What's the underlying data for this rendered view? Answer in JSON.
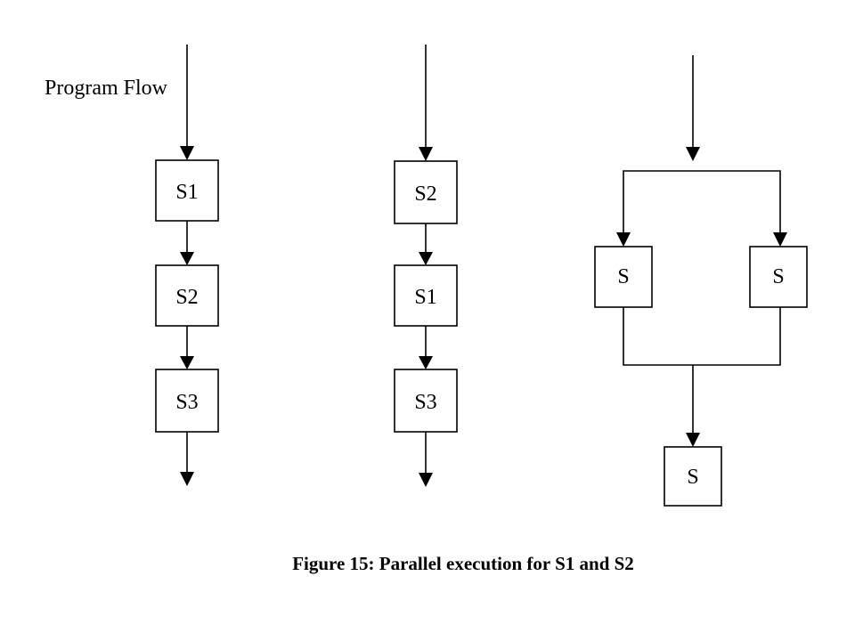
{
  "diagram": {
    "program_flow_label": "Program Flow",
    "sequences": [
      {
        "steps": [
          "S1",
          "S2",
          "S3"
        ]
      },
      {
        "steps": [
          "S2",
          "S1",
          "S3"
        ]
      }
    ],
    "parallel": {
      "branches": [
        "S",
        "S"
      ],
      "join": "S"
    }
  },
  "caption": "Figure 15: Parallel execution for S1 and S2"
}
